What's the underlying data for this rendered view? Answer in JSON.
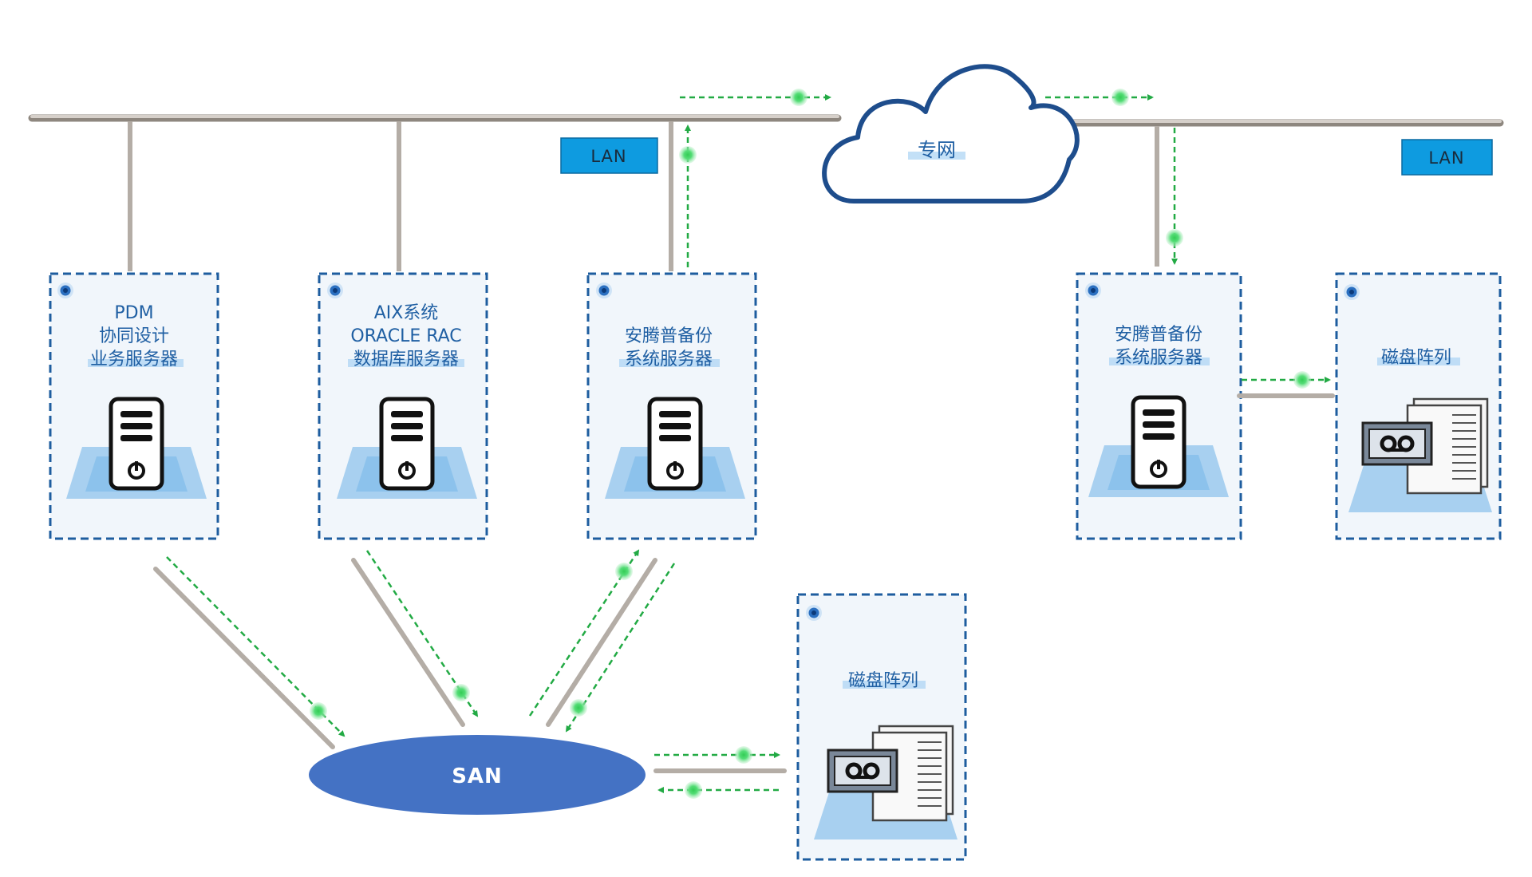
{
  "colors": {
    "accent_blue": "#1f5fa3",
    "lan_badge": "#0e9be0",
    "san_fill": "#4472c4",
    "flow_green": "#22aa44",
    "cable_gray": "#b8b0a8",
    "box_bg": "#f1f6fb"
  },
  "networks": {
    "lan_left": "LAN",
    "lan_right": "LAN",
    "cloud": "专网",
    "san": "SAN"
  },
  "nodes": {
    "pdm": {
      "lines": [
        "PDM",
        "协同设计",
        "业务服务器"
      ],
      "icon": "server-icon"
    },
    "aix": {
      "lines": [
        "AIX系统",
        "ORACLE RAC",
        "数据库服务器"
      ],
      "icon": "server-icon"
    },
    "backup_local": {
      "lines": [
        "安腾普备份",
        "系统服务器"
      ],
      "icon": "server-icon"
    },
    "backup_remote": {
      "lines": [
        "安腾普备份",
        "系统服务器"
      ],
      "icon": "server-icon"
    },
    "disk_remote": {
      "lines": [
        "磁盘阵列"
      ],
      "icon": "disk-array-icon"
    },
    "disk_san": {
      "lines": [
        "磁盘阵列"
      ],
      "icon": "disk-array-icon"
    }
  }
}
